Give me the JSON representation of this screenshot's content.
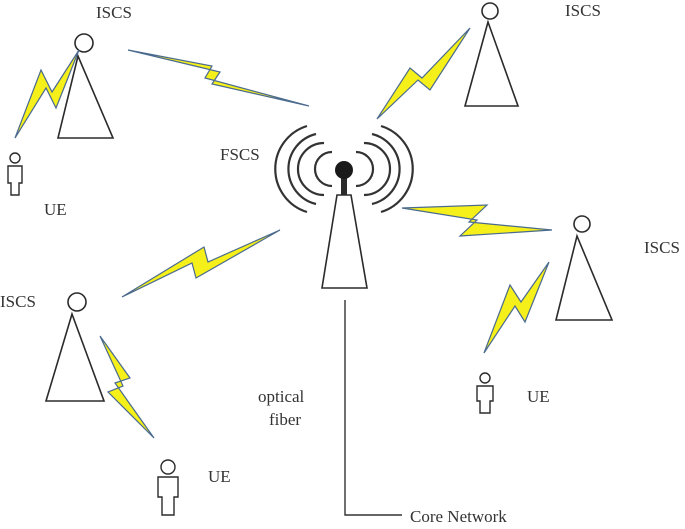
{
  "labels": {
    "iscs_top_left": "ISCS",
    "iscs_top_right": "ISCS",
    "iscs_right": "ISCS",
    "iscs_left": "ISCS",
    "fscs": "FSCS",
    "ue_top_left": "UE",
    "ue_right": "UE",
    "ue_bottom": "UE",
    "optical_line1": "optical",
    "optical_line2": "fiber",
    "core_network": "Core Network"
  },
  "colors": {
    "bolt_fill": "#f5ef1a",
    "bolt_edge": "#4a6a8e",
    "line": "#2b2b2b"
  }
}
